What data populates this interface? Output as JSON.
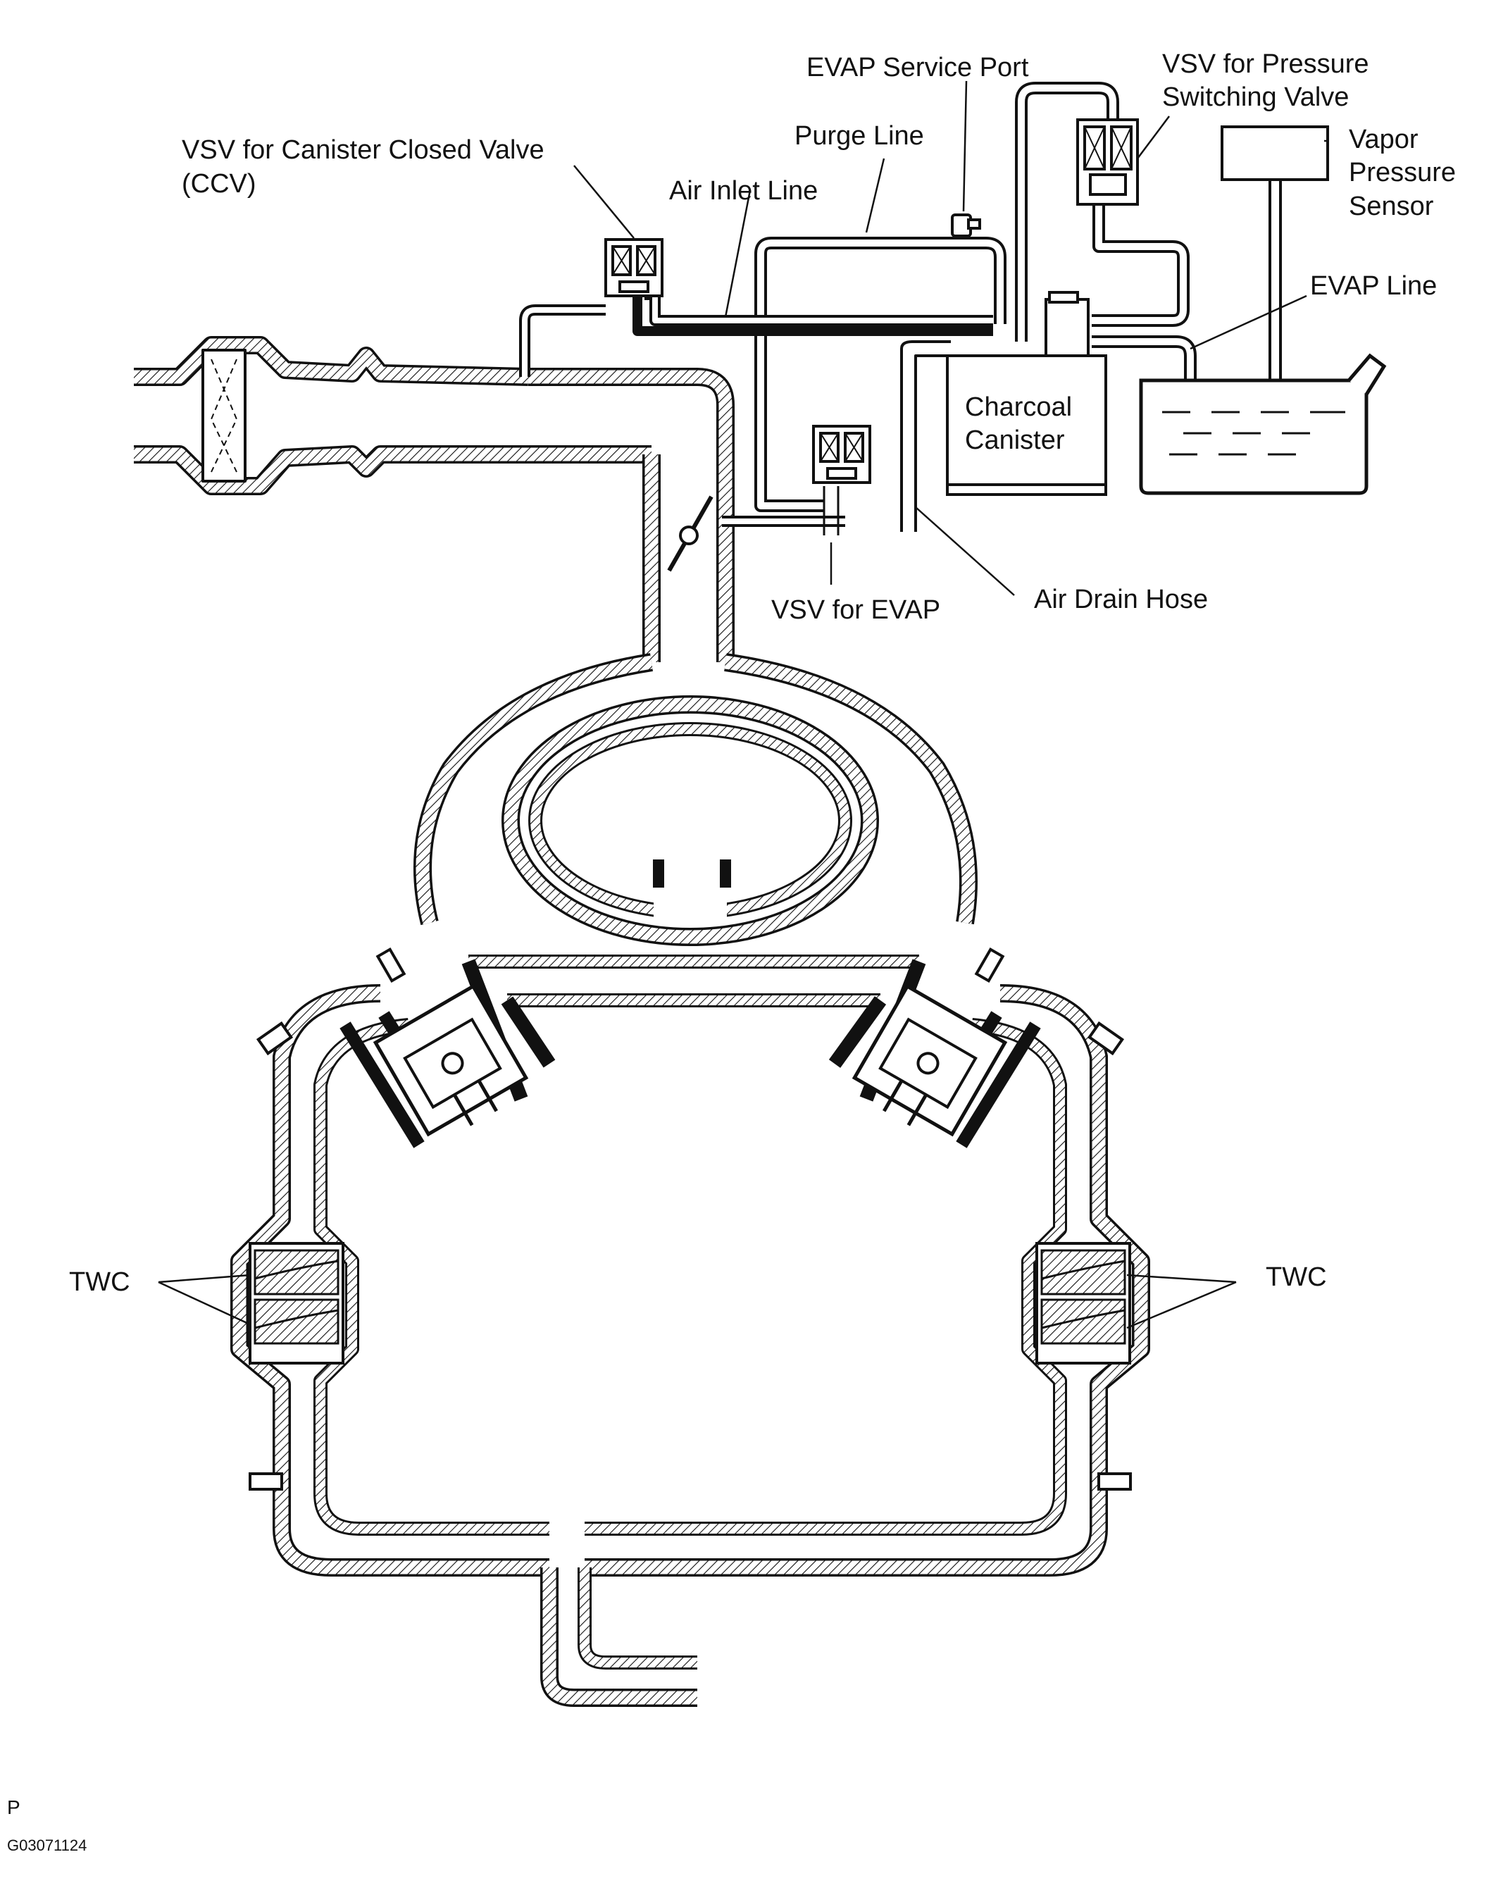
{
  "labels": {
    "evap_service_port": "EVAP Service Port",
    "vsv_pressure_1": "VSV for Pressure",
    "vsv_pressure_2": "Switching Valve",
    "purge_line": "Purge Line",
    "vsv_ccv_1": "VSV for Canister Closed Valve",
    "vsv_ccv_2": "(CCV)",
    "air_inlet_line": "Air Inlet Line",
    "vapor_1": "Vapor",
    "vapor_2": "Pressure",
    "vapor_3": "Sensor",
    "evap_line": "EVAP Line",
    "canister_1": "Charcoal",
    "canister_2": "Canister",
    "vsv_evap": "VSV for EVAP",
    "air_drain_hose": "Air Drain Hose",
    "twc_left": "TWC",
    "twc_right": "TWC",
    "footer_p": "P",
    "footer_code": "G03071124"
  },
  "colors": {
    "line": "#111111",
    "background": "#ffffff"
  }
}
